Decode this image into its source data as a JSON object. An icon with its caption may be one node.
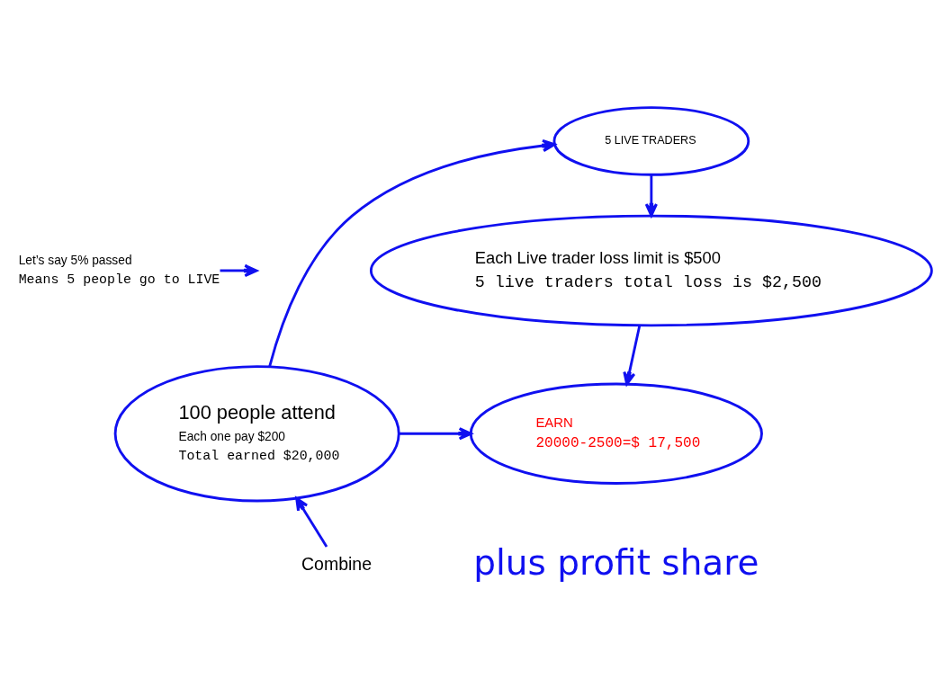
{
  "diagram": {
    "nodes": [
      {
        "text": [
          "5 LIVE TRADERS"
        ]
      },
      {
        "text": [
          "Each Live trader loss limit is $500",
          "5 live traders total loss is $2,500"
        ]
      },
      {
        "text": [
          "100 people attend",
          "Each one pay $200",
          "Total earned $20,000"
        ]
      },
      {
        "text": [
          "EARN",
          "20000-2500=$ 17,500"
        ],
        "beside": [
          "plus profit share"
        ]
      },
      {
        "text": [
          "Combine"
        ]
      },
      {
        "text": [
          "Let’s say 5% passed",
          "Means 5 people go to LIVE"
        ]
      }
    ],
    "edges": [
      {
        "from": 2,
        "to": 0,
        "arrow": "to"
      },
      {
        "from": 0,
        "to": 1,
        "arrow": "to"
      },
      {
        "from": 1,
        "to": 3,
        "arrow": "to"
      },
      {
        "from": 2,
        "to": 3,
        "arrow": "to"
      },
      {
        "from": 4,
        "to": 2,
        "arrow": "to"
      },
      {
        "from": 5,
        "to": null,
        "arrow": "to"
      }
    ]
  }
}
